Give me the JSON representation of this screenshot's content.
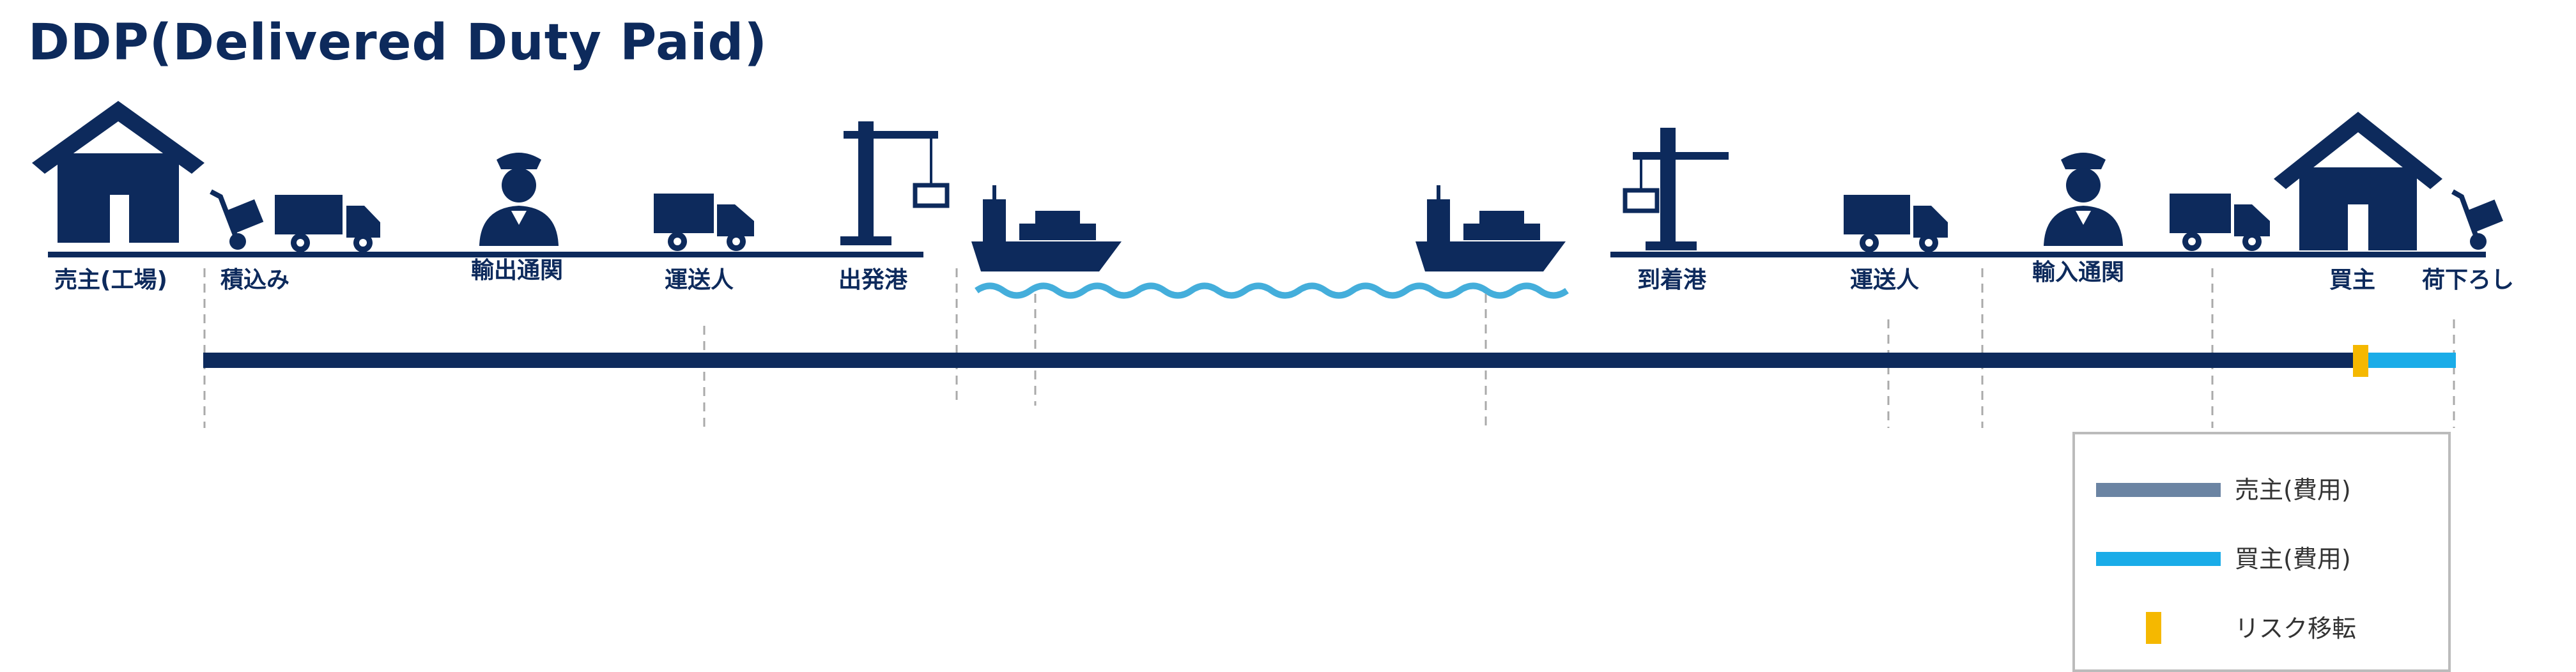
{
  "title": "DDP(Delivered Duty Paid)",
  "stages": {
    "seller_factory": "売主(工場)",
    "loading": "積込み",
    "export_customs": "輸出通関",
    "carrier_export": "運送人",
    "departure_port": "出発港",
    "arrival_port": "到着港",
    "carrier_import": "運送人",
    "import_customs": "輸入通関",
    "buyer": "買主",
    "unloading": "荷下ろし"
  },
  "legend": {
    "seller_cost": "売主(費用)",
    "buyer_cost": "買主(費用)",
    "risk_transfer": "リスク移転"
  },
  "colors": {
    "navy": "#0d2a5c",
    "seller_cost": "#6b84a3",
    "buyer_cost": "#1aace8",
    "risk_transfer": "#f5b800",
    "wave": "#44aedb"
  }
}
